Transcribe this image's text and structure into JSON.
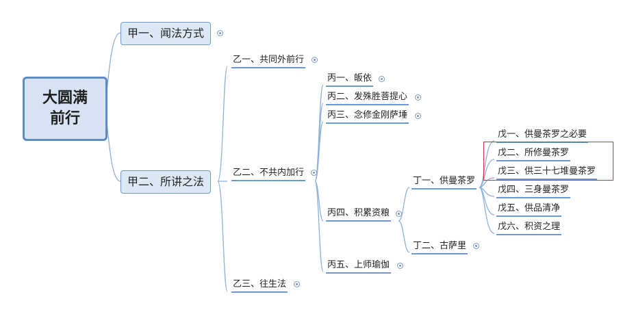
{
  "root": {
    "label": "大圆满前行"
  },
  "jia1": {
    "label": "甲一、闻法方式"
  },
  "jia2": {
    "label": "甲二、所讲之法"
  },
  "yi": [
    "乙一、共同外前行",
    "乙二、不共内加行",
    "乙三、往生法"
  ],
  "bing": [
    "丙一、皈依",
    "丙二、发殊胜菩提心",
    "丙三、念修金刚萨埵",
    "丙四、积累资粮",
    "丙五、上师瑜伽"
  ],
  "ding": [
    "丁一、供曼茶罗",
    "丁二、古萨里"
  ],
  "wu": [
    "戊一、供曼茶罗之必要",
    "戊二、所修曼茶罗",
    "戊三、供三十七堆曼茶罗",
    "戊四、三身曼茶罗",
    "戊五、供品清净",
    "戊六、积资之理"
  ],
  "colors": {
    "line": "#6a9ad0",
    "root_border": "#5b8bc3",
    "root_fill": "#d7e3f3",
    "highlight": "#c0343f"
  }
}
